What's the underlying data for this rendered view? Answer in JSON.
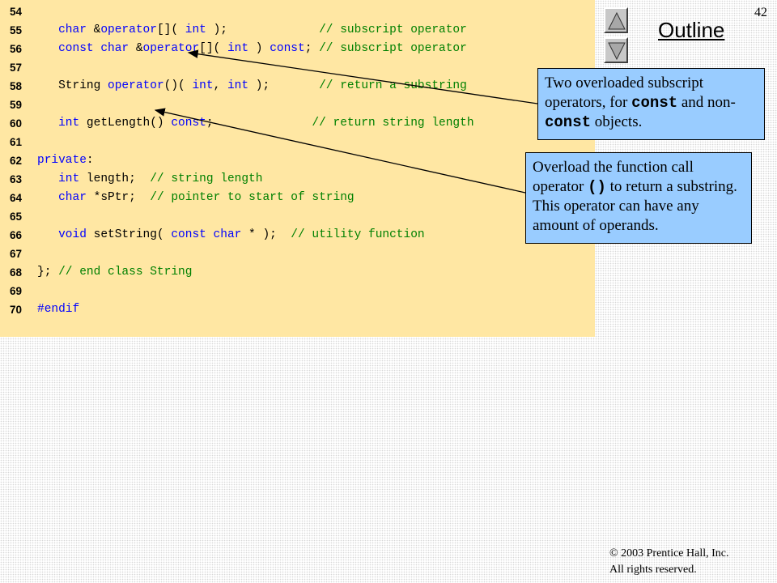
{
  "slide": {
    "page_number": "42",
    "outline_label": "Outline"
  },
  "navigation": {
    "up_icon": "triangle-up-icon",
    "down_icon": "triangle-down-icon"
  },
  "code_lines": [
    {
      "num": "54",
      "segments": []
    },
    {
      "num": "55",
      "segments": [
        {
          "t": "kw",
          "s": "char"
        },
        {
          "t": "tx",
          "s": " &"
        },
        {
          "t": "kw",
          "s": "operator"
        },
        {
          "t": "tx",
          "s": "[]( "
        },
        {
          "t": "kw",
          "s": "int"
        },
        {
          "t": "tx",
          "s": " );             "
        },
        {
          "t": "cm",
          "s": "// subscript operator"
        }
      ]
    },
    {
      "num": "56",
      "segments": [
        {
          "t": "kw",
          "s": "const char"
        },
        {
          "t": "tx",
          "s": " &"
        },
        {
          "t": "kw",
          "s": "operator"
        },
        {
          "t": "tx",
          "s": "[]( "
        },
        {
          "t": "kw",
          "s": "int"
        },
        {
          "t": "tx",
          "s": " ) "
        },
        {
          "t": "kw",
          "s": "const"
        },
        {
          "t": "tx",
          "s": "; "
        },
        {
          "t": "cm",
          "s": "// subscript operator"
        }
      ]
    },
    {
      "num": "57",
      "segments": []
    },
    {
      "num": "58",
      "segments": [
        {
          "t": "tx",
          "s": "String "
        },
        {
          "t": "kw",
          "s": "operator"
        },
        {
          "t": "tx",
          "s": "()( "
        },
        {
          "t": "kw",
          "s": "int"
        },
        {
          "t": "tx",
          "s": ", "
        },
        {
          "t": "kw",
          "s": "int"
        },
        {
          "t": "tx",
          "s": " );       "
        },
        {
          "t": "cm",
          "s": "// return a substring"
        }
      ]
    },
    {
      "num": "59",
      "segments": []
    },
    {
      "num": "60",
      "segments": [
        {
          "t": "kw",
          "s": "int"
        },
        {
          "t": "tx",
          "s": " getLength() "
        },
        {
          "t": "kw",
          "s": "const"
        },
        {
          "t": "tx",
          "s": ";              "
        },
        {
          "t": "cm",
          "s": "// return string length"
        }
      ]
    },
    {
      "num": "61",
      "segments": []
    },
    {
      "num": "62",
      "segments": [
        {
          "t": "kw",
          "s": "private"
        },
        {
          "t": "tx",
          "s": ":"
        }
      ],
      "indent": 0
    },
    {
      "num": "63",
      "segments": [
        {
          "t": "kw",
          "s": "int"
        },
        {
          "t": "tx",
          "s": " length;  "
        },
        {
          "t": "cm",
          "s": "// string length"
        }
      ]
    },
    {
      "num": "64",
      "segments": [
        {
          "t": "kw",
          "s": "char"
        },
        {
          "t": "tx",
          "s": " *sPtr;  "
        },
        {
          "t": "cm",
          "s": "// pointer to start of string"
        }
      ]
    },
    {
      "num": "65",
      "segments": []
    },
    {
      "num": "66",
      "segments": [
        {
          "t": "kw",
          "s": "void"
        },
        {
          "t": "tx",
          "s": " setString( "
        },
        {
          "t": "kw",
          "s": "const char"
        },
        {
          "t": "tx",
          "s": " * );  "
        },
        {
          "t": "cm",
          "s": "// utility function"
        }
      ]
    },
    {
      "num": "67",
      "segments": []
    },
    {
      "num": "68",
      "segments": [
        {
          "t": "tx",
          "s": "}; "
        },
        {
          "t": "cm",
          "s": "// end class String"
        }
      ],
      "indent": 0
    },
    {
      "num": "69",
      "segments": []
    },
    {
      "num": "70",
      "segments": [
        {
          "t": "kw",
          "s": "#endif"
        }
      ],
      "indent": 0
    }
  ],
  "callouts": {
    "subscript": {
      "part1": "Two overloaded subscript operators, for ",
      "code1": "const",
      "part2": " and non-",
      "code2": "const",
      "part3": " objects."
    },
    "function_call": {
      "part1": "Overload the function call operator ",
      "code1": "()",
      "part2": " to return a substring. This operator can have any amount of operands."
    }
  },
  "footer": {
    "copyright_line1": "© 2003 Prentice Hall, Inc.",
    "copyright_line2": "All rights reserved."
  },
  "colors": {
    "code_background": "#ffe7a3",
    "keyword": "#0000ff",
    "comment": "#008000",
    "callout_background": "#99ccff"
  }
}
